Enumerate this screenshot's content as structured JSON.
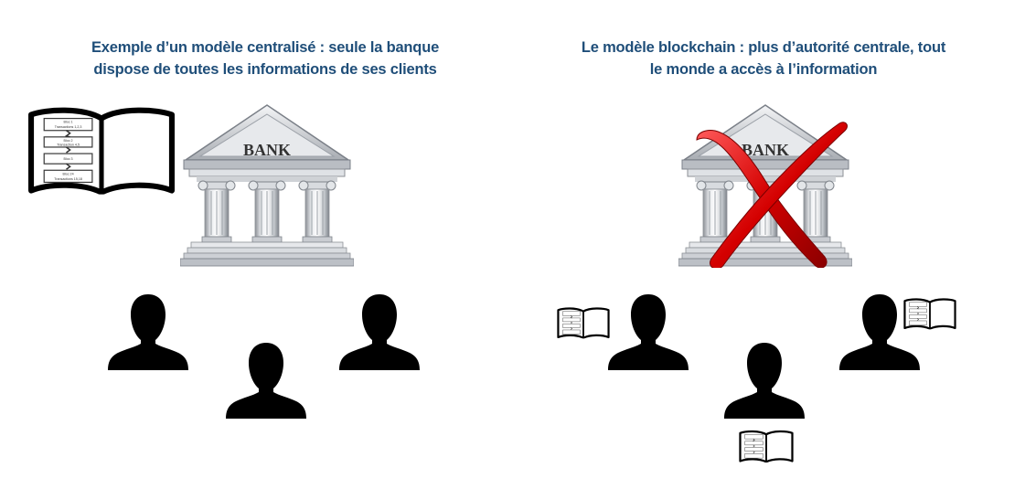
{
  "left_panel": {
    "title_line1": "Exemple d’un modèle centralisé : seule la banque",
    "title_line2": "dispose de toutes les informations de ses clients"
  },
  "right_panel": {
    "title_line1": "Le modèle blockchain : plus d’autorité centrale, tout",
    "title_line2": "le monde a accès à l’information"
  },
  "bank": {
    "label": "BANK"
  },
  "ledger_book": {
    "blocks": [
      {
        "label": "Bloc 1",
        "sub": "Transactions 1,2,3"
      },
      {
        "label": "Bloc 2",
        "sub": "Transaction 4,5"
      },
      {
        "label": "Bloc 3",
        "sub": ""
      },
      {
        "label": "Bloc 24",
        "sub": "Transactions 15,18"
      }
    ]
  },
  "colors": {
    "title": "#1f4e79",
    "person": "#000000",
    "cross": "#d40000",
    "bank_stone": "#c8cbd0"
  }
}
